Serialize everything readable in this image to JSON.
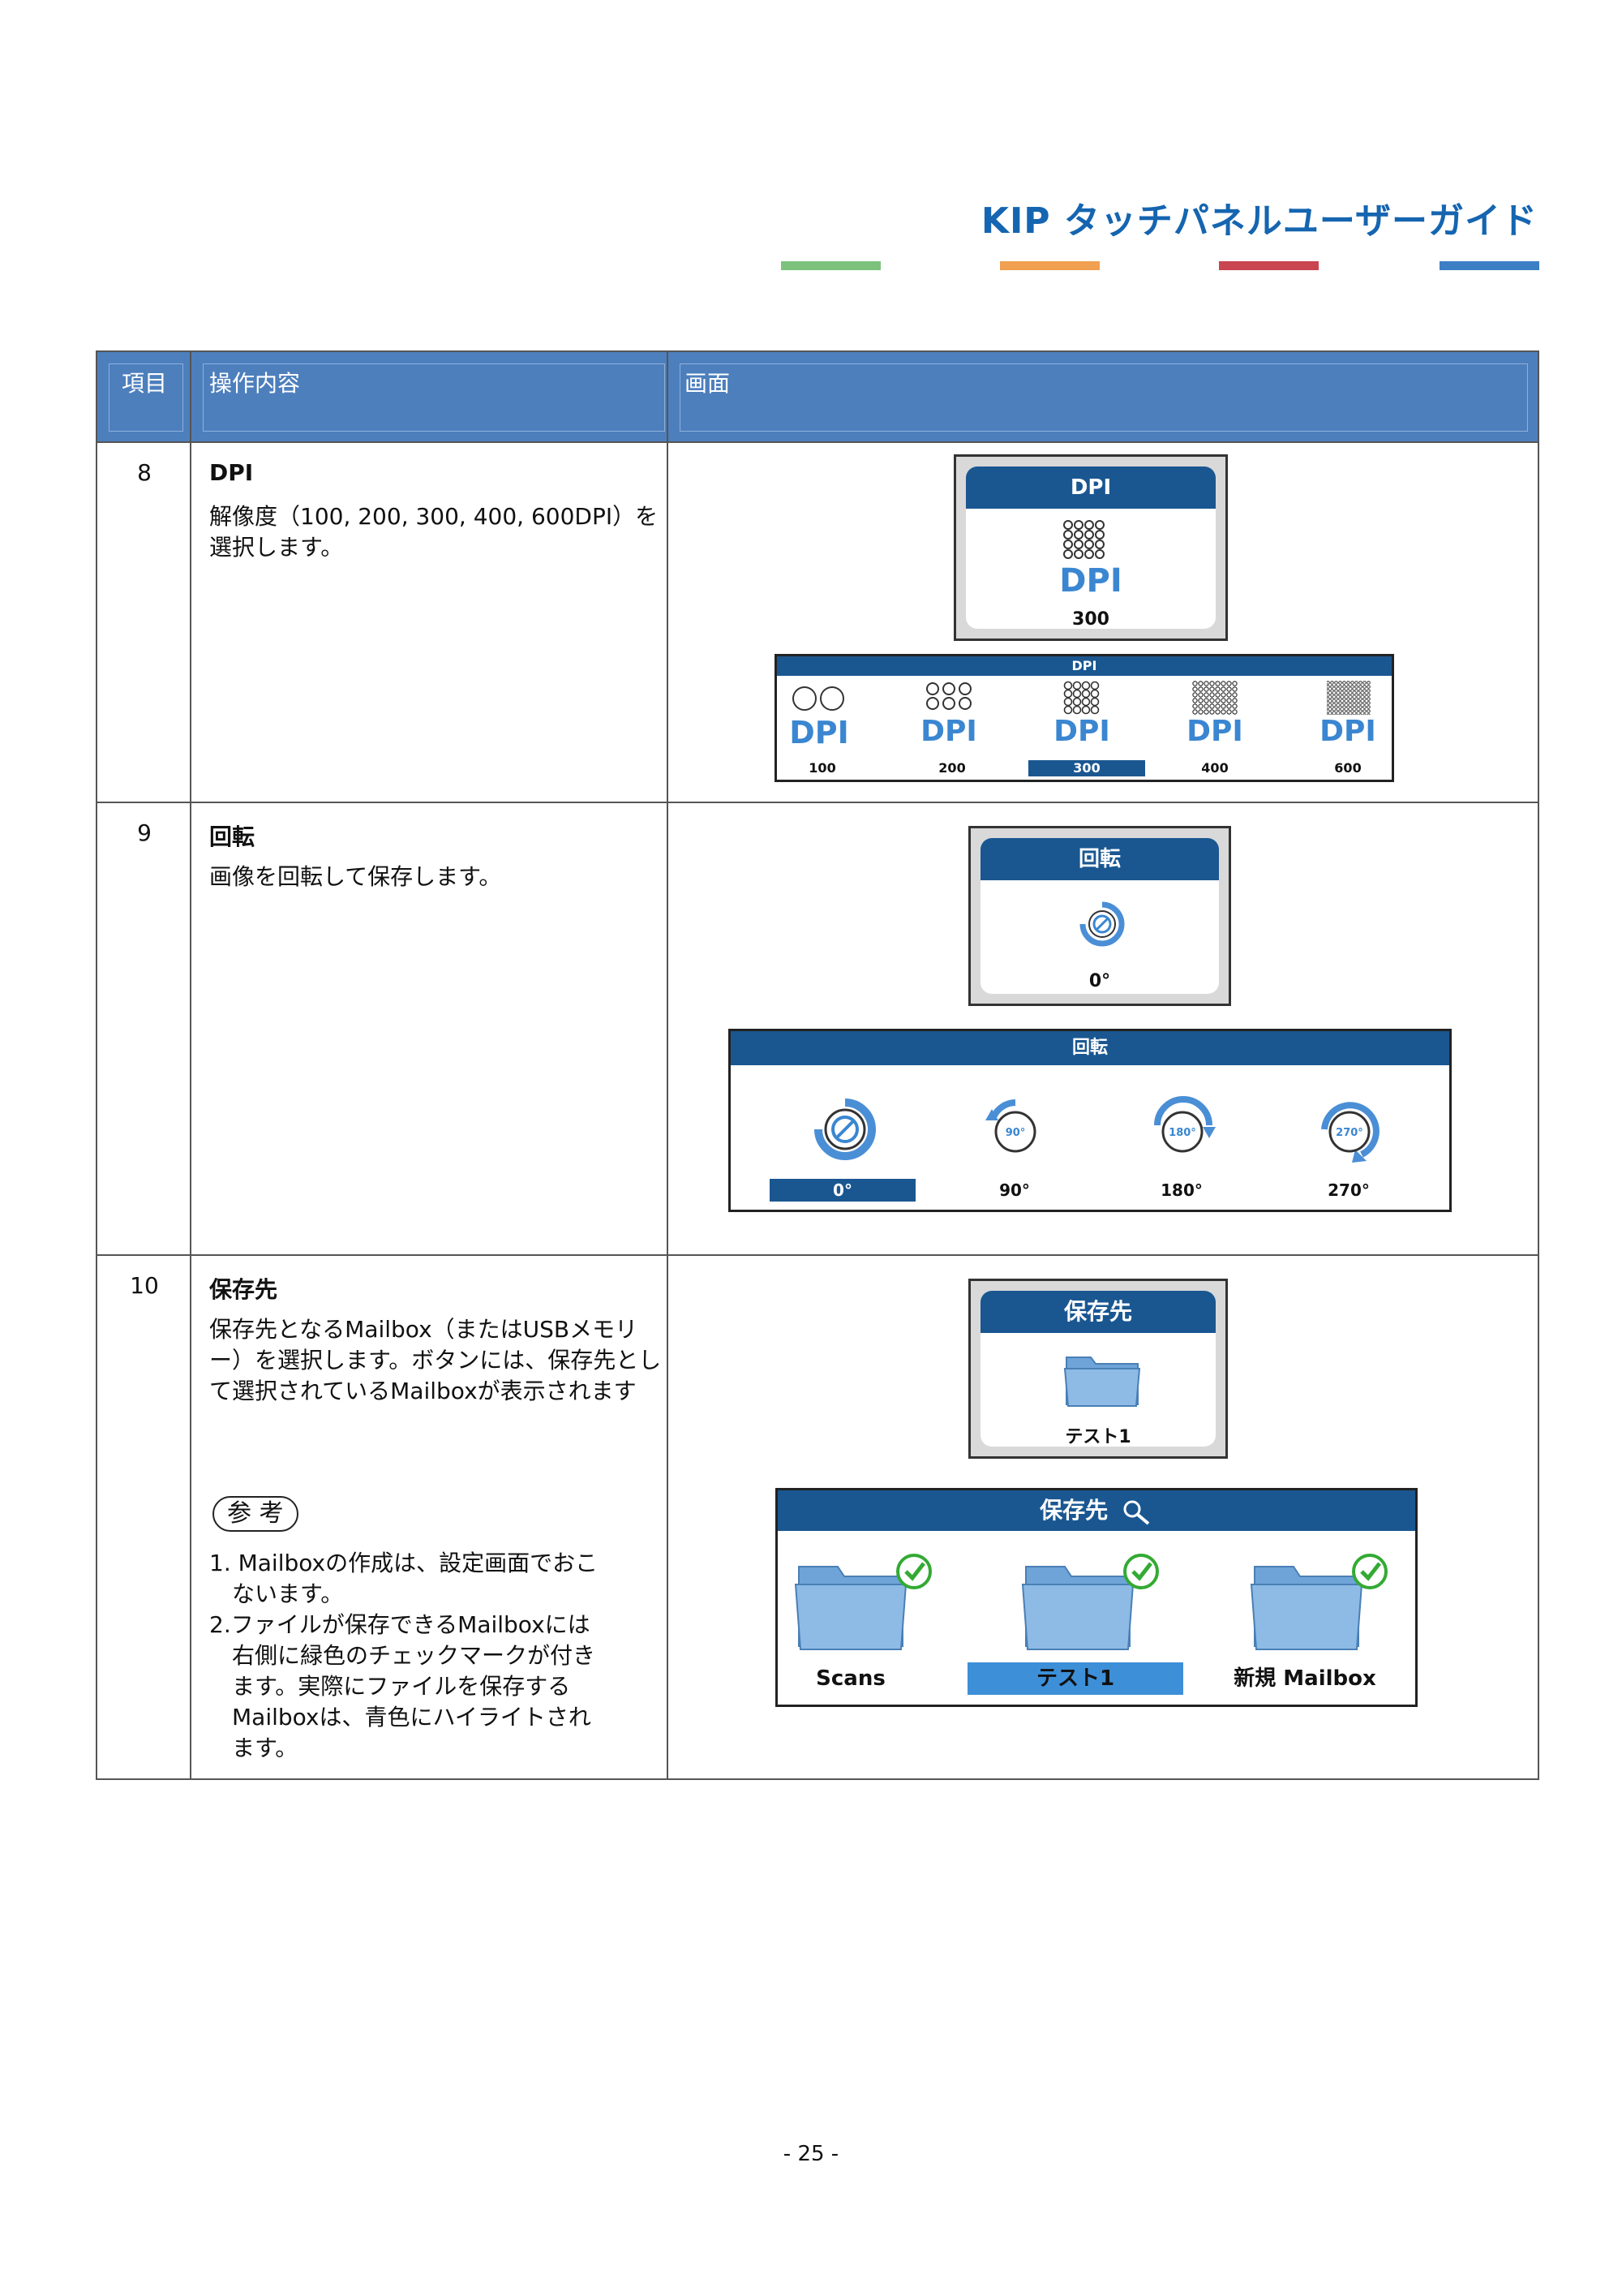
{
  "header": {
    "title": "KIP タッチパネルユーザーガイド",
    "bar_colors": [
      "#7cc27c",
      "#f0a050",
      "#c9454f",
      "#3d7fc4"
    ]
  },
  "table": {
    "headers": [
      "項目",
      "操作内容",
      "画面"
    ],
    "rows": [
      {
        "number": "8",
        "title": "DPI",
        "description": "解像度（100, 200, 300, 400, 600DPI）を選択します。",
        "screen": {
          "button_title": "DPI",
          "button_value": "300",
          "icon_word": "DPI",
          "panel_title": "DPI",
          "options": [
            "100",
            "200",
            "300",
            "400",
            "600"
          ],
          "selected": "300"
        }
      },
      {
        "number": "9",
        "title": "回転",
        "description": "画像を回転して保存します。",
        "screen": {
          "button_title": "回転",
          "button_value": "0°",
          "panel_title": "回転",
          "options": [
            "0°",
            "90°",
            "180°",
            "270°"
          ],
          "dial_labels": [
            "90°",
            "180°",
            "270°"
          ],
          "selected": "0°"
        }
      },
      {
        "number": "10",
        "title": "保存先",
        "description": "保存先となるMailbox（またはUSBメモリー）を選択します。ボタンには、保存先として選択されているMailboxが表示されます",
        "note_label": "参 考",
        "notes": [
          "1. Mailboxの作成は、設定画面でおこ",
          "　ないます。",
          "2.ファイルが保存できるMailboxには",
          "　右側に緑色のチェックマークが付き",
          "　ます。実際にファイルを保存する",
          "　Mailboxは、青色にハイライトされ",
          "　ます。"
        ],
        "screen": {
          "button_title": "保存先",
          "button_value": "テスト1",
          "panel_title": "保存先",
          "options": [
            "Scans",
            "テスト1",
            "新規 Mailbox"
          ],
          "selected": "テスト1"
        }
      }
    ]
  },
  "footer": {
    "page": "- 25 -"
  }
}
